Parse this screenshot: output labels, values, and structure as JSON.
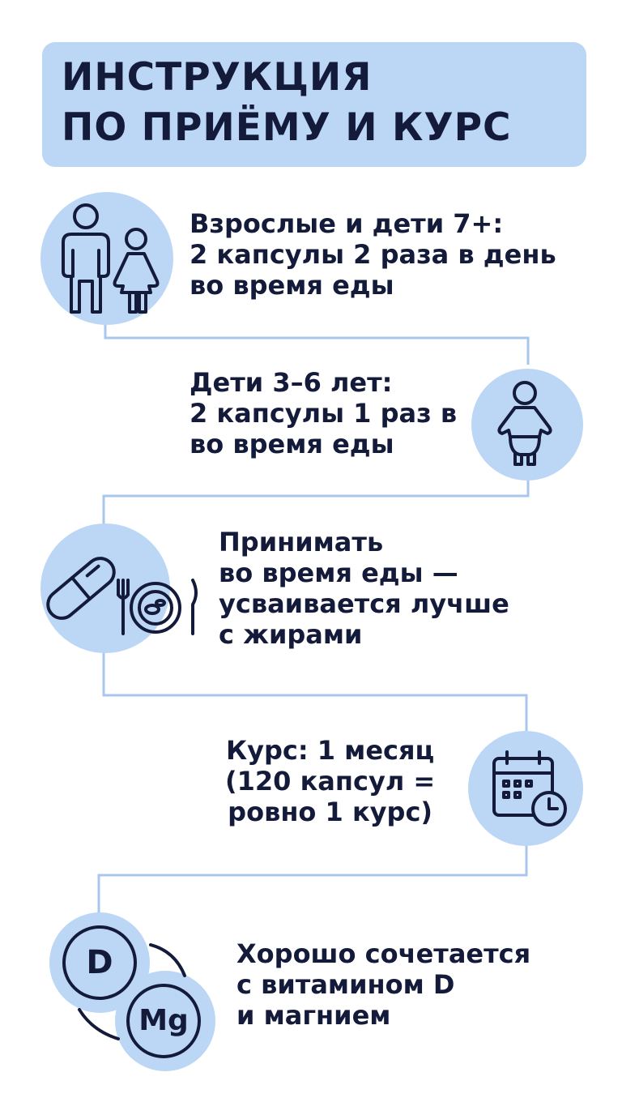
{
  "title": {
    "line1": "ИНСТРУКЦИЯ",
    "line2": "ПО ПРИЁМУ И КУРС"
  },
  "colors": {
    "accent_light": "#bcd6f6",
    "text_dark": "#141b3a",
    "line": "#a9c7ee"
  },
  "steps": [
    {
      "icon": "adult-and-child-icon",
      "lines": [
        "Взрослые и дети 7+:",
        "2 капсулы 2 раза в день",
        "во время еды"
      ]
    },
    {
      "icon": "baby-icon",
      "lines": [
        "Дети 3–6 лет:",
        "2 капсулы 1 раз в",
        "во время еды"
      ]
    },
    {
      "icon": "capsule-and-plate-icon",
      "lines": [
        "Принимать",
        "во время еды —",
        "усваивается лучше",
        "с жирами"
      ]
    },
    {
      "icon": "calendar-clock-icon",
      "lines": [
        "Курс: 1 месяц",
        "(120 капсул =",
        "ровно 1 курс)"
      ]
    },
    {
      "icon": "vitamin-d-magnesium-icon",
      "badge_d": "D",
      "badge_mg": "Mg",
      "lines": [
        "Хорошо сочетается",
        "с витамином D",
        "и магнием"
      ]
    }
  ]
}
